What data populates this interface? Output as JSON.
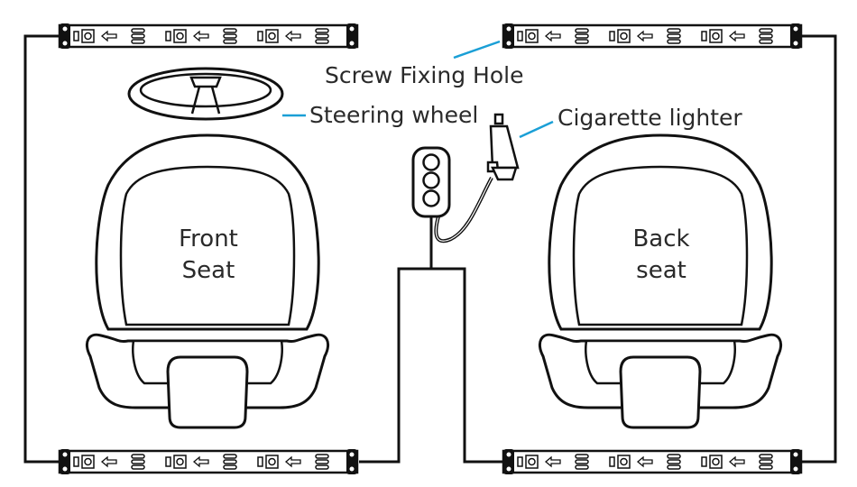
{
  "labels": {
    "screw_fixing_hole": "Screw Fixing Hole",
    "steering_wheel": "Steering wheel",
    "cigarette_lighter": "Cigarette lighter",
    "front_seat": [
      "Front",
      "Seat"
    ],
    "back_seat": [
      "Back",
      "seat"
    ]
  },
  "colors": {
    "line": "#111111",
    "callout": "#1a9fd6",
    "strip_fill": "#ffffff",
    "background": "#ffffff"
  },
  "led_strip": {
    "segments_per_strip": 3,
    "count": 4,
    "icons": [
      "led-chip-icon",
      "arrow-left-icon",
      "solder-pad-icon"
    ]
  }
}
